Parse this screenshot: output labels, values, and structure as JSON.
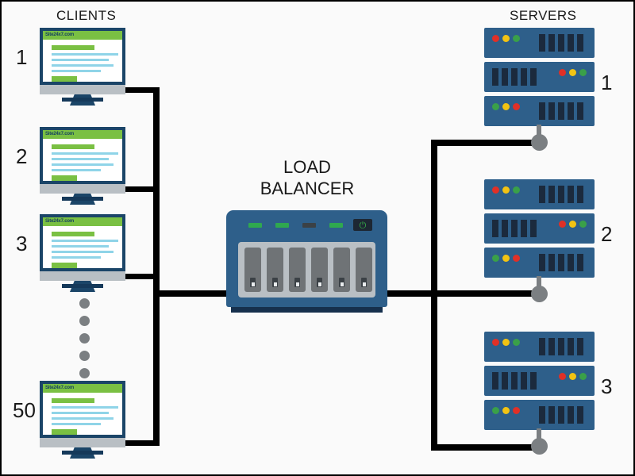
{
  "diagram": {
    "title": "Load balancer distributing client traffic across server racks",
    "background_color": "#fafafa",
    "border_color": "#000000",
    "wire_color": "#000000"
  },
  "clients": {
    "heading": "CLIENTS",
    "items": [
      {
        "label": "1"
      },
      {
        "label": "2"
      },
      {
        "label": "3"
      },
      {
        "label": "50"
      }
    ],
    "ellipsis_dot_count": 5,
    "screen": {
      "brand_prefix": "Site",
      "brand_name": "24x7",
      "brand_suffix": ".com",
      "brand_full": "Site24x7.com",
      "header_color": "#7ac043",
      "text_line_color": "#8fd4e8",
      "button_color": "#7ac043",
      "bezel_color": "#1b4568",
      "line_widths": [
        84,
        72,
        78,
        62
      ]
    }
  },
  "load_balancer": {
    "title": "LOAD\nBALANCER",
    "body_color": "#2e5f8a",
    "tray_color": "#b9bfc4",
    "bay_color": "#6f7376",
    "leds": [
      {
        "name": "status-led-1",
        "color": "#2fa84f",
        "state": "on"
      },
      {
        "name": "status-led-2",
        "color": "#2fa84f",
        "state": "on"
      },
      {
        "name": "status-led-3",
        "color": "#3b4146",
        "state": "off"
      },
      {
        "name": "status-led-4",
        "color": "#2fa84f",
        "state": "on"
      }
    ],
    "power_button": {
      "glyph": "⏻",
      "color": "#35b24a"
    },
    "drive_bay_count": 6
  },
  "servers": {
    "heading": "SERVERS",
    "racks": [
      {
        "label": "1"
      },
      {
        "label": "2"
      },
      {
        "label": "3"
      }
    ],
    "unit_color": "#2e5f8a",
    "vent_color": "#1b2a3d",
    "vent_count": 5,
    "connector_color": "#7b7f82",
    "units": [
      {
        "name": "server-unit-top",
        "leds": [
          "#e03027",
          "#f2c313",
          "#3aa049"
        ],
        "led_side": "left",
        "vent_side": "right"
      },
      {
        "name": "server-unit-middle",
        "leds": [
          "#e03027",
          "#f2c313",
          "#3aa049"
        ],
        "led_side": "right",
        "vent_side": "left"
      },
      {
        "name": "server-unit-bottom",
        "leds": [
          "#3aa049",
          "#f2c313",
          "#e03027"
        ],
        "led_side": "left",
        "vent_side": "right"
      }
    ]
  }
}
